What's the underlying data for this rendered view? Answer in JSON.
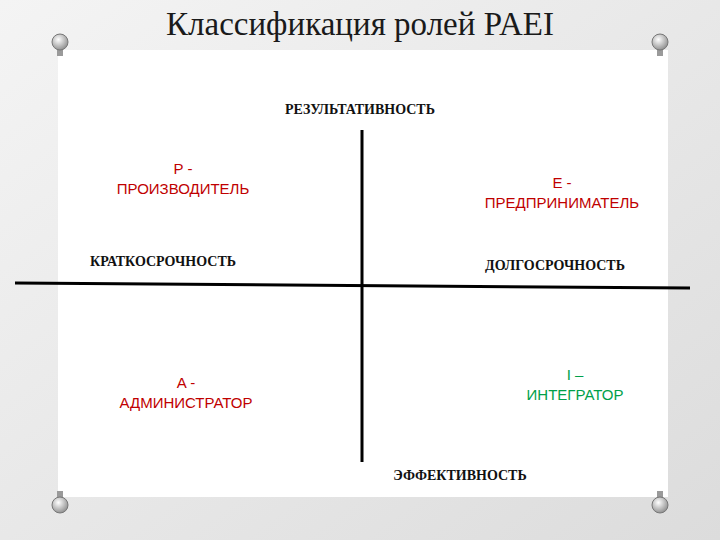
{
  "diagram": {
    "title": "Классификация ролей PAEI",
    "labels": [
      "РЕЗУЛЬТАТИВНОСТЬ",
      "P - ПРОИЗВОДИТЕЛЬ",
      "E - ПРЕДПРИНИМАТЕЛЬ",
      "КРАТКОСРОЧНОСТЬ",
      "ДОЛГОСРОЧНОСТЬ",
      "A - АДМИНИСТРАТОР",
      "I – ИНТЕГРАТОР",
      "ЭФФЕКТИВНОСТЬ"
    ]
  }
}
